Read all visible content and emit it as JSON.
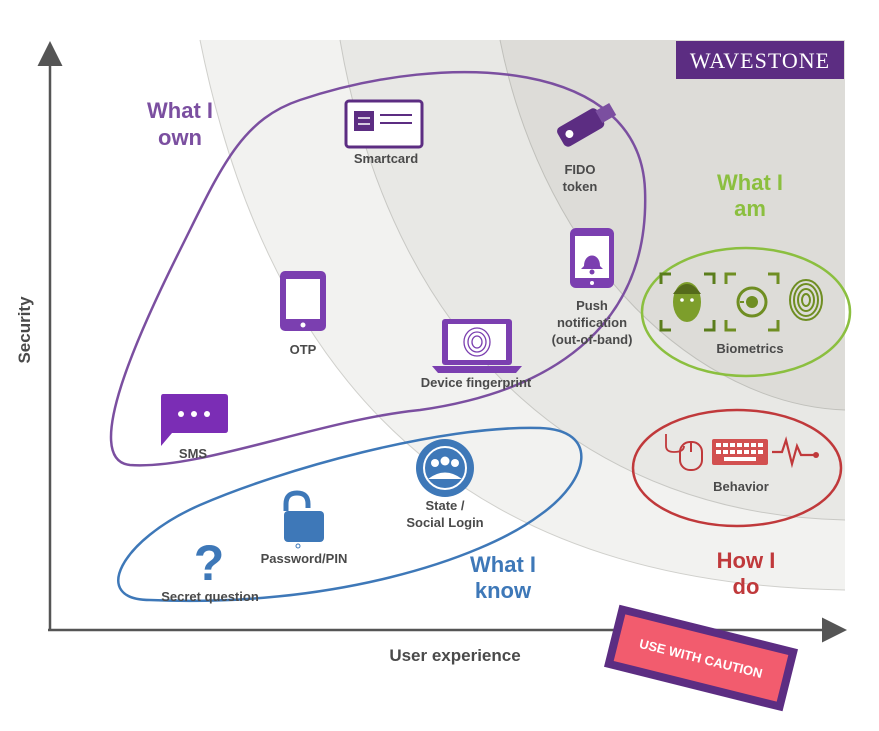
{
  "brand": {
    "logo_text": "WAVESTONE",
    "color": "#5c2d82"
  },
  "axes": {
    "x_label": "User experience",
    "y_label": "Security"
  },
  "groups": {
    "own": {
      "line1": "What I",
      "line2": "own",
      "color": "#7b4fa0"
    },
    "know": {
      "line1": "What I",
      "line2": "know",
      "color": "#3e78b8"
    },
    "am": {
      "line1": "What I",
      "line2": "am",
      "color": "#8bbf3f"
    },
    "do": {
      "line1": "How I",
      "line2": "do",
      "color": "#c0393b"
    }
  },
  "items": {
    "smartcard": "Smartcard",
    "fido_line1": "FIDO",
    "fido_line2": "token",
    "otp": "OTP",
    "push_line1": "Push",
    "push_line2": "notification",
    "push_line3": "(out-of-band)",
    "device_fingerprint": "Device fingerprint",
    "sms": "SMS",
    "social_line1": "State /",
    "social_line2": "Social Login",
    "password": "Password/PIN",
    "secret_question": "Secret question",
    "biometrics": "Biometrics",
    "behavior": "Behavior"
  },
  "stamp": {
    "text": "USE  WITH CAUTION",
    "fill": "#f25c6e",
    "border": "#5c2d82"
  },
  "icons": [
    "smartcard-icon",
    "usb-key-icon",
    "tablet-icon",
    "phone-bell-icon",
    "laptop-fingerprint-icon",
    "chat-bubble-icon",
    "padlock-open-icon",
    "people-circle-icon",
    "question-mark-icon",
    "face-scan-icon",
    "eye-scan-icon",
    "fingerprint-icon",
    "mouse-icon",
    "keyboard-icon",
    "heartbeat-icon"
  ]
}
